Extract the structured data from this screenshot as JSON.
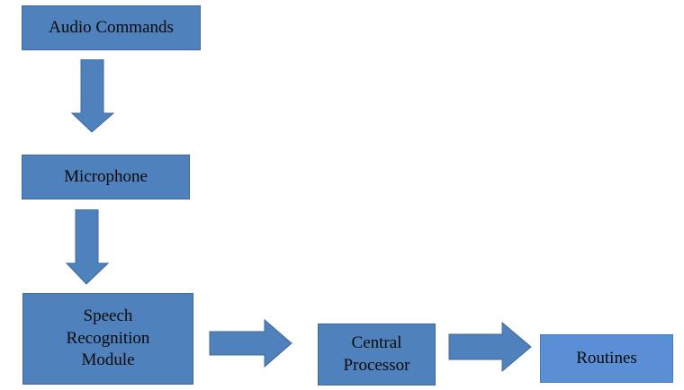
{
  "nodes": {
    "audio_commands": {
      "label": "Audio Commands"
    },
    "microphone": {
      "label": "Microphone"
    },
    "speech_recognition": {
      "line1": "Speech",
      "line2": "Recognition",
      "line3": "Module"
    },
    "central_processor": {
      "line1": "Central",
      "line2": "Processor"
    },
    "routines": {
      "label": "Routines"
    }
  },
  "colors": {
    "box_fill": "#4f81bd",
    "box_fill_light": "#5a8fd6",
    "arrow_fill": "#4f81bd",
    "text": "#0a0a0a"
  }
}
